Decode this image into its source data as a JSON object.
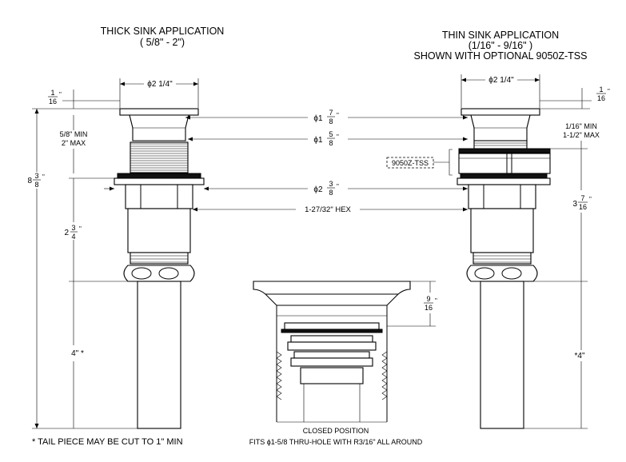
{
  "left_title": {
    "line1": "THICK SINK APPLICATION",
    "line2": "( 5/8\" - 2\")"
  },
  "right_title": {
    "line1": "THIN SINK APPLICATION",
    "line2": "(1/16\" - 9/16\" )",
    "line3": "SHOWN WITH OPTIONAL 9050Z-TSS"
  },
  "left_dims": {
    "top_width": "ϕ2 1/4\"",
    "flange": {
      "num": "1",
      "den": "16",
      "unit": "\""
    },
    "sink_range": {
      "line1": "5/8\" MIN",
      "line2": "2\" MAX"
    },
    "overall": {
      "whole": "8",
      "num": "3",
      "den": "8",
      "unit": "\""
    },
    "body": {
      "whole": "2",
      "num": "3",
      "den": "4",
      "unit": "\""
    },
    "tail": "4\" *"
  },
  "center_dims": {
    "d1": {
      "sym": "ϕ1",
      "num": "7",
      "den": "8",
      "unit": "\""
    },
    "d2": {
      "sym": "ϕ1",
      "num": "5",
      "den": "8",
      "unit": "\""
    },
    "d3": {
      "sym": "ϕ2",
      "num": "3",
      "den": "8",
      "unit": "\""
    },
    "hex": "1-27/32\" HEX"
  },
  "right_dims": {
    "top_width": "ϕ2 1/4\"",
    "flange": {
      "num": "1",
      "den": "16",
      "unit": "\""
    },
    "sink_range": {
      "line1": "1/16\" MIN",
      "line2": "1-1/2\" MAX"
    },
    "accessory": "9050Z-TSS",
    "body": {
      "whole": "3",
      "num": "7",
      "den": "16",
      "unit": "\""
    },
    "tail": "*4\""
  },
  "closed": {
    "height": {
      "num": "9",
      "den": "16",
      "unit": "\""
    },
    "label": "CLOSED POSITION",
    "note": "FITS ϕ1-5/8 THRU-HOLE WITH R3/16\" ALL AROUND"
  },
  "footnote": "* TAIL PIECE MAY BE CUT TO 1\" MIN"
}
